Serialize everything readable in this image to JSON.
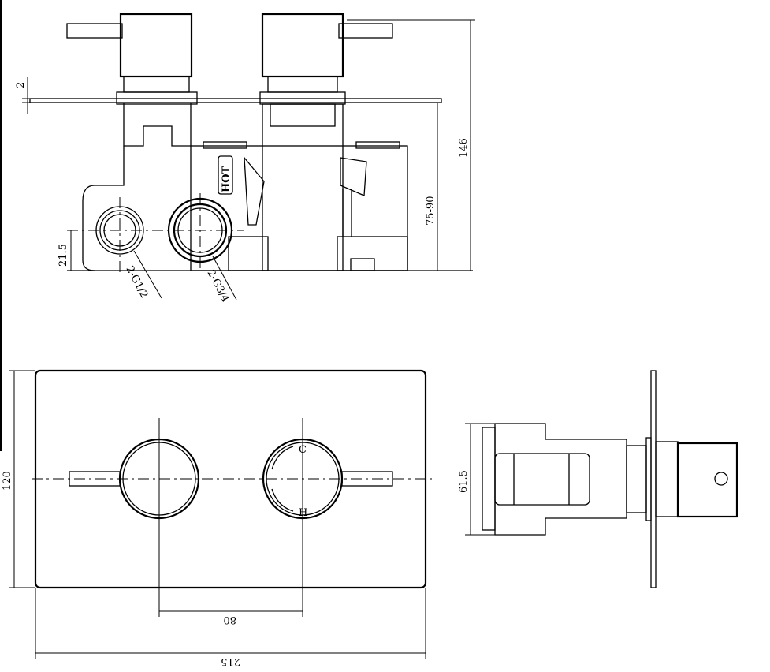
{
  "drawing": {
    "top_view": {
      "dim_plate_thickness": "2",
      "dim_total_depth": "146",
      "dim_wall_depth": "75-90",
      "dim_inlet_height": "21.5",
      "inlet_left": "2-G1/2",
      "inlet_right": "2-G3/4",
      "hot_label": "HOT"
    },
    "front_view": {
      "dim_height": "120",
      "dim_spacing": "80",
      "dim_width": "215",
      "cold_mark": "C",
      "hot_mark": "H"
    },
    "side_view": {
      "dim_body_height": "61.5"
    }
  }
}
